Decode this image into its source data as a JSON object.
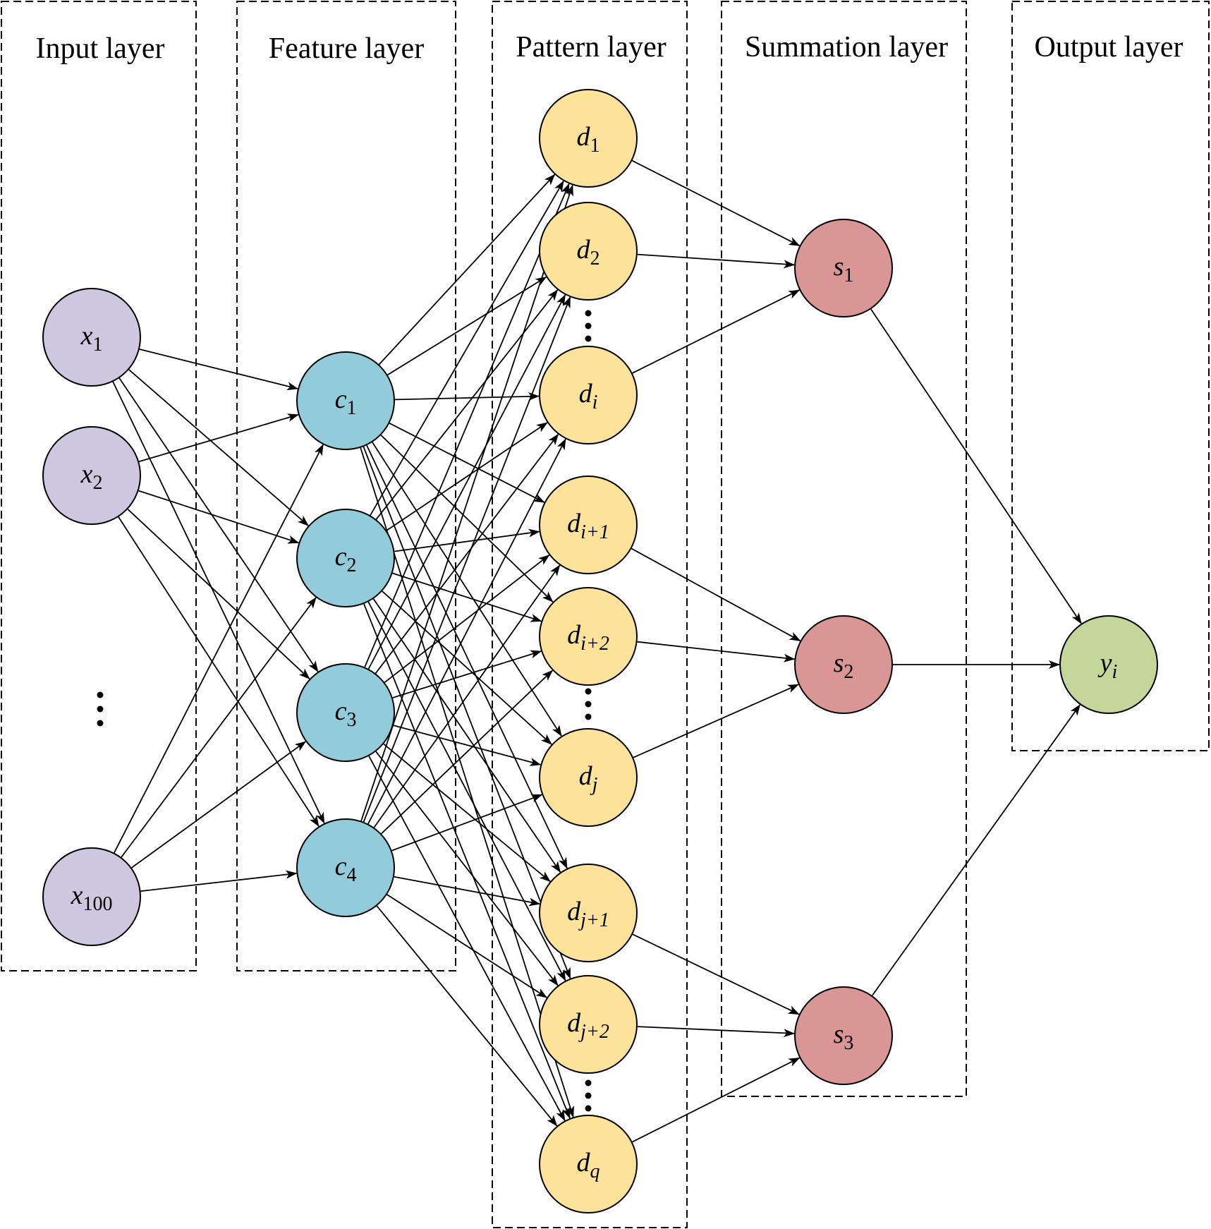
{
  "layers": [
    {
      "id": "input",
      "title": "Input layer"
    },
    {
      "id": "feature",
      "title": "Feature layer"
    },
    {
      "id": "pattern",
      "title": "Pattern layer"
    },
    {
      "id": "summation",
      "title": "Summation layer"
    },
    {
      "id": "output",
      "title": "Output layer"
    }
  ],
  "colors": {
    "input": "#cfc6df",
    "feature": "#92cbda",
    "pattern": "#fde29a",
    "summation": "#d99694",
    "output": "#c4d79b"
  },
  "nodes": [
    {
      "id": "x1",
      "layer": "input",
      "base": "x",
      "sub": "1"
    },
    {
      "id": "x2",
      "layer": "input",
      "base": "x",
      "sub": "2"
    },
    {
      "id": "x100",
      "layer": "input",
      "base": "x",
      "sub": "100"
    },
    {
      "id": "c1",
      "layer": "feature",
      "base": "c",
      "sub": "1"
    },
    {
      "id": "c2",
      "layer": "feature",
      "base": "c",
      "sub": "2"
    },
    {
      "id": "c3",
      "layer": "feature",
      "base": "c",
      "sub": "3"
    },
    {
      "id": "c4",
      "layer": "feature",
      "base": "c",
      "sub": "4"
    },
    {
      "id": "d1",
      "layer": "pattern",
      "base": "d",
      "sub": "1"
    },
    {
      "id": "d2",
      "layer": "pattern",
      "base": "d",
      "sub": "2"
    },
    {
      "id": "di",
      "layer": "pattern",
      "base": "d",
      "sub": "i"
    },
    {
      "id": "di1",
      "layer": "pattern",
      "base": "d",
      "sub": "i+1"
    },
    {
      "id": "di2",
      "layer": "pattern",
      "base": "d",
      "sub": "i+2"
    },
    {
      "id": "dj",
      "layer": "pattern",
      "base": "d",
      "sub": "j"
    },
    {
      "id": "dj1",
      "layer": "pattern",
      "base": "d",
      "sub": "j+1"
    },
    {
      "id": "dj2",
      "layer": "pattern",
      "base": "d",
      "sub": "j+2"
    },
    {
      "id": "dq",
      "layer": "pattern",
      "base": "d",
      "sub": "q"
    },
    {
      "id": "s1",
      "layer": "summation",
      "base": "s",
      "sub": "1"
    },
    {
      "id": "s2",
      "layer": "summation",
      "base": "s",
      "sub": "2"
    },
    {
      "id": "s3",
      "layer": "summation",
      "base": "s",
      "sub": "3"
    },
    {
      "id": "yi",
      "layer": "output",
      "base": "y",
      "sub": "i"
    }
  ],
  "connections": {
    "input_to_feature": "all",
    "feature_to_pattern": "all",
    "pattern_to_summation": [
      [
        "d1",
        "s1"
      ],
      [
        "d2",
        "s1"
      ],
      [
        "di",
        "s1"
      ],
      [
        "di1",
        "s2"
      ],
      [
        "di2",
        "s2"
      ],
      [
        "dj",
        "s2"
      ],
      [
        "dj1",
        "s3"
      ],
      [
        "dj2",
        "s3"
      ],
      [
        "dq",
        "s3"
      ]
    ],
    "summation_to_output": [
      [
        "s1",
        "yi"
      ],
      [
        "s2",
        "yi"
      ],
      [
        "s3",
        "yi"
      ]
    ]
  }
}
